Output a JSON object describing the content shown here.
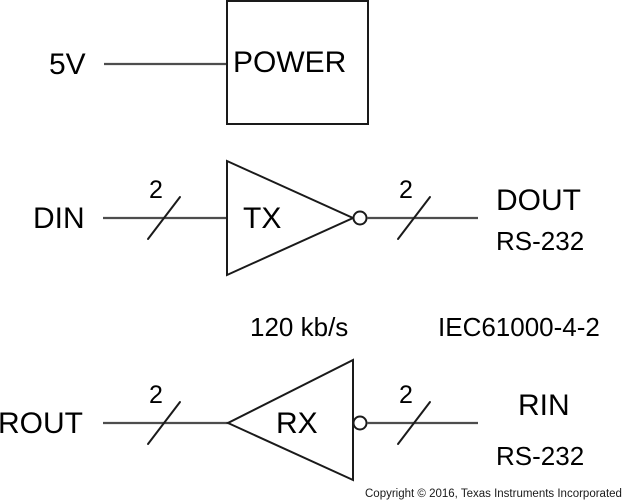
{
  "diagram": {
    "title": "RS-232 transceiver block diagram",
    "colors": {
      "wire": "#4d4d4d",
      "outline": "#1a1a1a",
      "background": "#ffffff",
      "text": "#000000"
    },
    "power": {
      "supply_label": "5V",
      "block_label": "POWER"
    },
    "transmitter": {
      "input_label": "DIN",
      "input_bus_width": "2",
      "gate_label": "TX",
      "output_bus_width": "2",
      "output_label": "DOUT",
      "output_standard": "RS-232"
    },
    "receiver": {
      "input_label": "ROUT",
      "input_bus_width": "2",
      "gate_label": "RX",
      "output_bus_width": "2",
      "output_label": "RIN",
      "output_standard": "RS-232"
    },
    "annotations": {
      "data_rate": "120 kb/s",
      "esd_standard": "IEC61000-4-2"
    },
    "footer": {
      "copyright": "Copyright © 2016, Texas Instruments Incorporated"
    }
  }
}
